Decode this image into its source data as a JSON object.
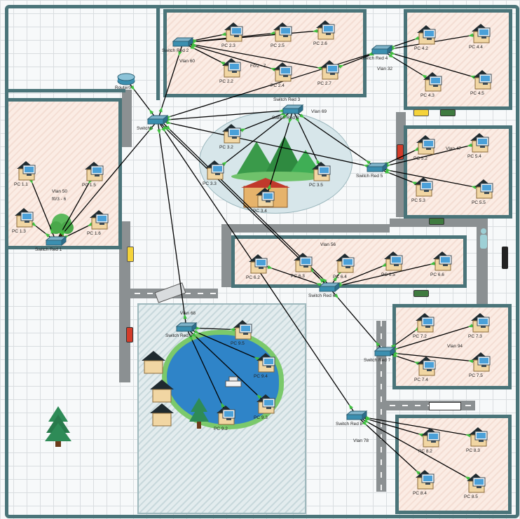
{
  "canvas": {
    "bg": "#f7f9fa",
    "link_color": "#000000",
    "port_color": "#3fbf3f"
  },
  "zones": {
    "top_center": {
      "vlan": "Vlan 60",
      "range": "F0/2 - 7"
    },
    "top_right": {
      "vlan": "Vlan 32"
    },
    "left": {
      "vlan": "Vlan 50",
      "range": "f0/3 - 6"
    },
    "right_mid": {
      "vlan": "Vlan 47"
    },
    "center": {
      "vlan": "Vlan 69"
    },
    "mid_strip": {
      "vlan": "Vlan 56"
    },
    "bottom_center": {
      "vlan": "Vlan 68"
    },
    "right_lower": {
      "vlan": "Vlan 94"
    },
    "bottom_right": {
      "vlan": "Vlan 78"
    }
  },
  "nodes": {
    "router": {
      "label": "Router0",
      "icon": "router-icon"
    },
    "sw_core": {
      "label": "Switch0",
      "icon": "switch-icon"
    },
    "sw1": {
      "label": "Switch Red 1",
      "icon": "switch-icon"
    },
    "sw2": {
      "label": "Switch Red 2",
      "icon": "switch-icon"
    },
    "sw3": {
      "label": "Switch Red 3",
      "label2": "Switch Red 3",
      "icon": "switch-icon"
    },
    "sw4": {
      "label": "Switch Red 4",
      "icon": "switch-icon"
    },
    "sw5": {
      "label": "Switch Red 5",
      "icon": "switch-icon"
    },
    "sw6": {
      "label": "Switch Red 6",
      "icon": "switch-icon"
    },
    "sw7": {
      "label": "Switch Red 7",
      "icon": "switch-icon"
    },
    "sw8": {
      "label": "Switch Red 8",
      "icon": "switch-icon"
    },
    "sw9": {
      "label": "Switch Red 9",
      "icon": "switch-icon"
    },
    "pc2_2": {
      "label": "PC 2.2",
      "icon": "pc-house-icon"
    },
    "pc2_3": {
      "label": "PC 2.3",
      "icon": "pc-house-icon"
    },
    "pc2_4": {
      "label": "PC 2.4",
      "icon": "pc-house-icon"
    },
    "pc2_5": {
      "label": "PC 2.5",
      "icon": "pc-house-icon"
    },
    "pc2_6": {
      "label": "PC 2.6",
      "icon": "pc-house-icon"
    },
    "pc2_7": {
      "label": "PC 2.7",
      "icon": "pc-house-icon"
    },
    "pc4_2": {
      "label": "PC 4.2",
      "icon": "pc-house-icon"
    },
    "pc4_3": {
      "label": "PC 4.3",
      "icon": "pc-house-icon"
    },
    "pc4_4": {
      "label": "PC 4.4",
      "icon": "pc-house-icon"
    },
    "pc4_5": {
      "label": "PC 4.5",
      "icon": "pc-house-icon"
    },
    "pc1_1": {
      "label": "PC 1.1",
      "icon": "pc-house-icon"
    },
    "pc1_3": {
      "label": "PC 1.3",
      "icon": "pc-house-icon"
    },
    "pc1_5": {
      "label": "PC 1.5",
      "icon": "pc-house-icon"
    },
    "pc1_6": {
      "label": "PC 1.6",
      "icon": "pc-house-icon"
    },
    "pc3_2": {
      "label": "PC 3.2",
      "icon": "pc-house-icon"
    },
    "pc3_3": {
      "label": "PC 3.3",
      "icon": "pc-house-icon"
    },
    "pc3_4": {
      "label": "PC 3.4",
      "icon": "pc-house-icon"
    },
    "pc3_5": {
      "label": "PC 3.5",
      "icon": "pc-house-icon"
    },
    "pc5_2": {
      "label": "PC 5.2",
      "icon": "pc-house-icon"
    },
    "pc5_3": {
      "label": "PC 5.3",
      "icon": "pc-house-icon"
    },
    "pc5_4": {
      "label": "PC 5.4",
      "icon": "pc-house-icon"
    },
    "pc5_5": {
      "label": "PC 5.5",
      "icon": "pc-house-icon"
    },
    "pc6_2": {
      "label": "PC 6.2",
      "icon": "pc-house-icon"
    },
    "pc6_3": {
      "label": "PC 6.3",
      "icon": "pc-house-icon"
    },
    "pc6_4": {
      "label": "PC 6.4",
      "icon": "pc-house-icon"
    },
    "pc6_5": {
      "label": "PC 6.5",
      "icon": "pc-house-icon"
    },
    "pc6_6": {
      "label": "PC 6.6",
      "icon": "pc-house-icon"
    },
    "pc7_2": {
      "label": "PC 7.2",
      "icon": "pc-house-icon"
    },
    "pc7_3": {
      "label": "PC 7.3",
      "icon": "pc-house-icon"
    },
    "pc7_4": {
      "label": "PC 7.4",
      "icon": "pc-house-icon"
    },
    "pc7_5": {
      "label": "PC 7.5",
      "icon": "pc-house-icon"
    },
    "pc9_2": {
      "label": "PC 9.2",
      "icon": "pc-house-icon"
    },
    "pc9_3": {
      "label": "PC 9.3",
      "icon": "pc-house-icon"
    },
    "pc9_4": {
      "label": "PC 9.4",
      "icon": "pc-house-icon"
    },
    "pc9_5": {
      "label": "PC 9.5",
      "icon": "pc-house-icon"
    },
    "pc8_2": {
      "label": "PC 8.2",
      "icon": "pc-house-icon"
    },
    "pc8_3": {
      "label": "PC 8.3",
      "icon": "pc-house-icon"
    },
    "pc8_4": {
      "label": "PC 8.4",
      "icon": "pc-house-icon"
    },
    "pc8_5": {
      "label": "PC 8.5",
      "icon": "pc-house-icon"
    }
  }
}
